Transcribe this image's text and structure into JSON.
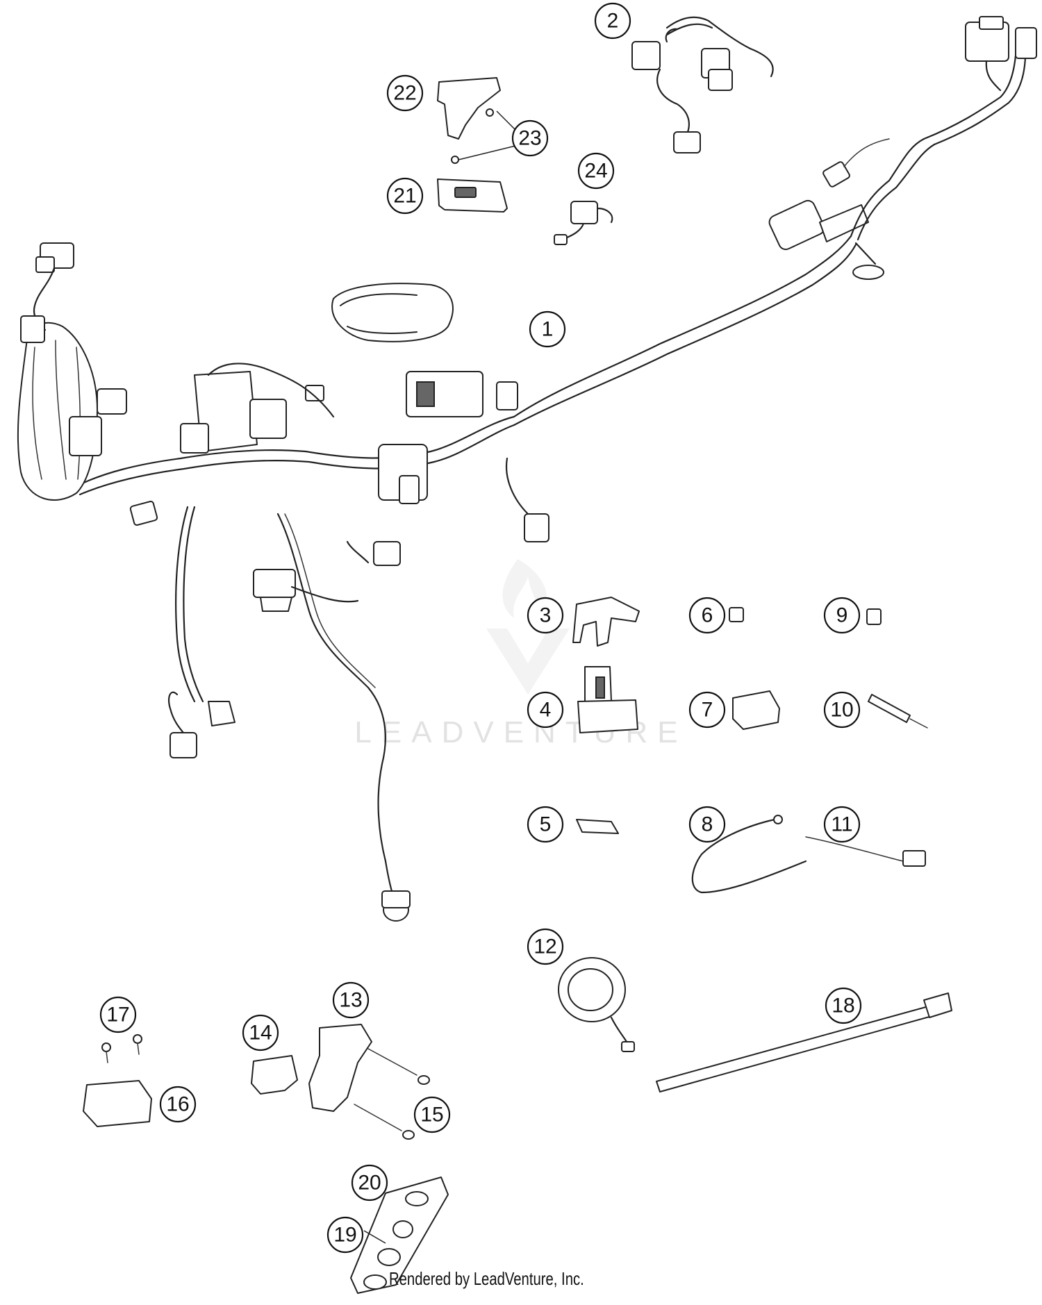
{
  "watermark": "LEADVENTURE",
  "footer": "Rendered by LeadVenture, Inc.",
  "callouts": [
    {
      "id": "1",
      "label": "1"
    },
    {
      "id": "2",
      "label": "2"
    },
    {
      "id": "3",
      "label": "3"
    },
    {
      "id": "4",
      "label": "4"
    },
    {
      "id": "5",
      "label": "5"
    },
    {
      "id": "6",
      "label": "6"
    },
    {
      "id": "7",
      "label": "7"
    },
    {
      "id": "8",
      "label": "8"
    },
    {
      "id": "9",
      "label": "9"
    },
    {
      "id": "10",
      "label": "10"
    },
    {
      "id": "11",
      "label": "11"
    },
    {
      "id": "12",
      "label": "12"
    },
    {
      "id": "13",
      "label": "13"
    },
    {
      "id": "14",
      "label": "14"
    },
    {
      "id": "15",
      "label": "15"
    },
    {
      "id": "16",
      "label": "16"
    },
    {
      "id": "17",
      "label": "17"
    },
    {
      "id": "18",
      "label": "18"
    },
    {
      "id": "19",
      "label": "19"
    },
    {
      "id": "20",
      "label": "20"
    },
    {
      "id": "21",
      "label": "21"
    },
    {
      "id": "22",
      "label": "22"
    },
    {
      "id": "23",
      "label": "23"
    },
    {
      "id": "24",
      "label": "24"
    }
  ]
}
